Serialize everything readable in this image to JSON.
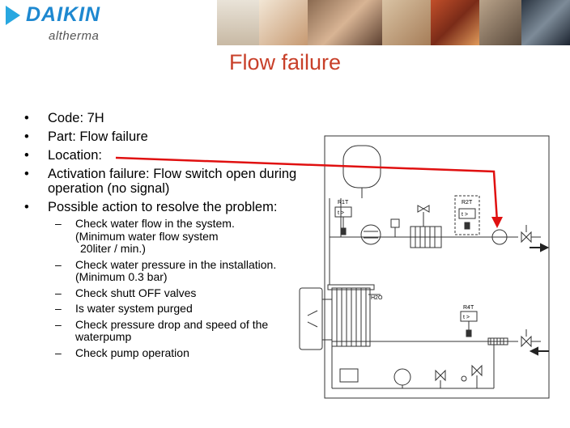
{
  "brand": {
    "name": "DAIKIN",
    "sub": "altherma"
  },
  "title": "Flow failure",
  "bullets": {
    "code": "Code: 7H",
    "part": "Part: Flow failure",
    "location": "Location:",
    "activation": "Activation failure: Flow switch open during operation (no signal)",
    "action": "Possible action to resolve the problem:"
  },
  "actions": {
    "a1_line1": "Check water flow in the system.",
    "a1_line2": "(Minimum water flow system",
    "a1_line3": "20liter / min.)",
    "a2": "Check water pressure in the installation. (Minimum 0.3 bar)",
    "a3": "Check shutt OFF valves",
    "a4": "Is water system purged",
    "a5": "Check pressure drop and speed of the waterpump",
    "a6": "Check pump operation"
  },
  "diagram": {
    "r1t": "R1T",
    "r2t": "R2T",
    "r4t": "R4T",
    "h2o": "H2O",
    "t_label": "t >",
    "colors": {
      "arrow": "#e01010",
      "line": "#333333"
    }
  }
}
